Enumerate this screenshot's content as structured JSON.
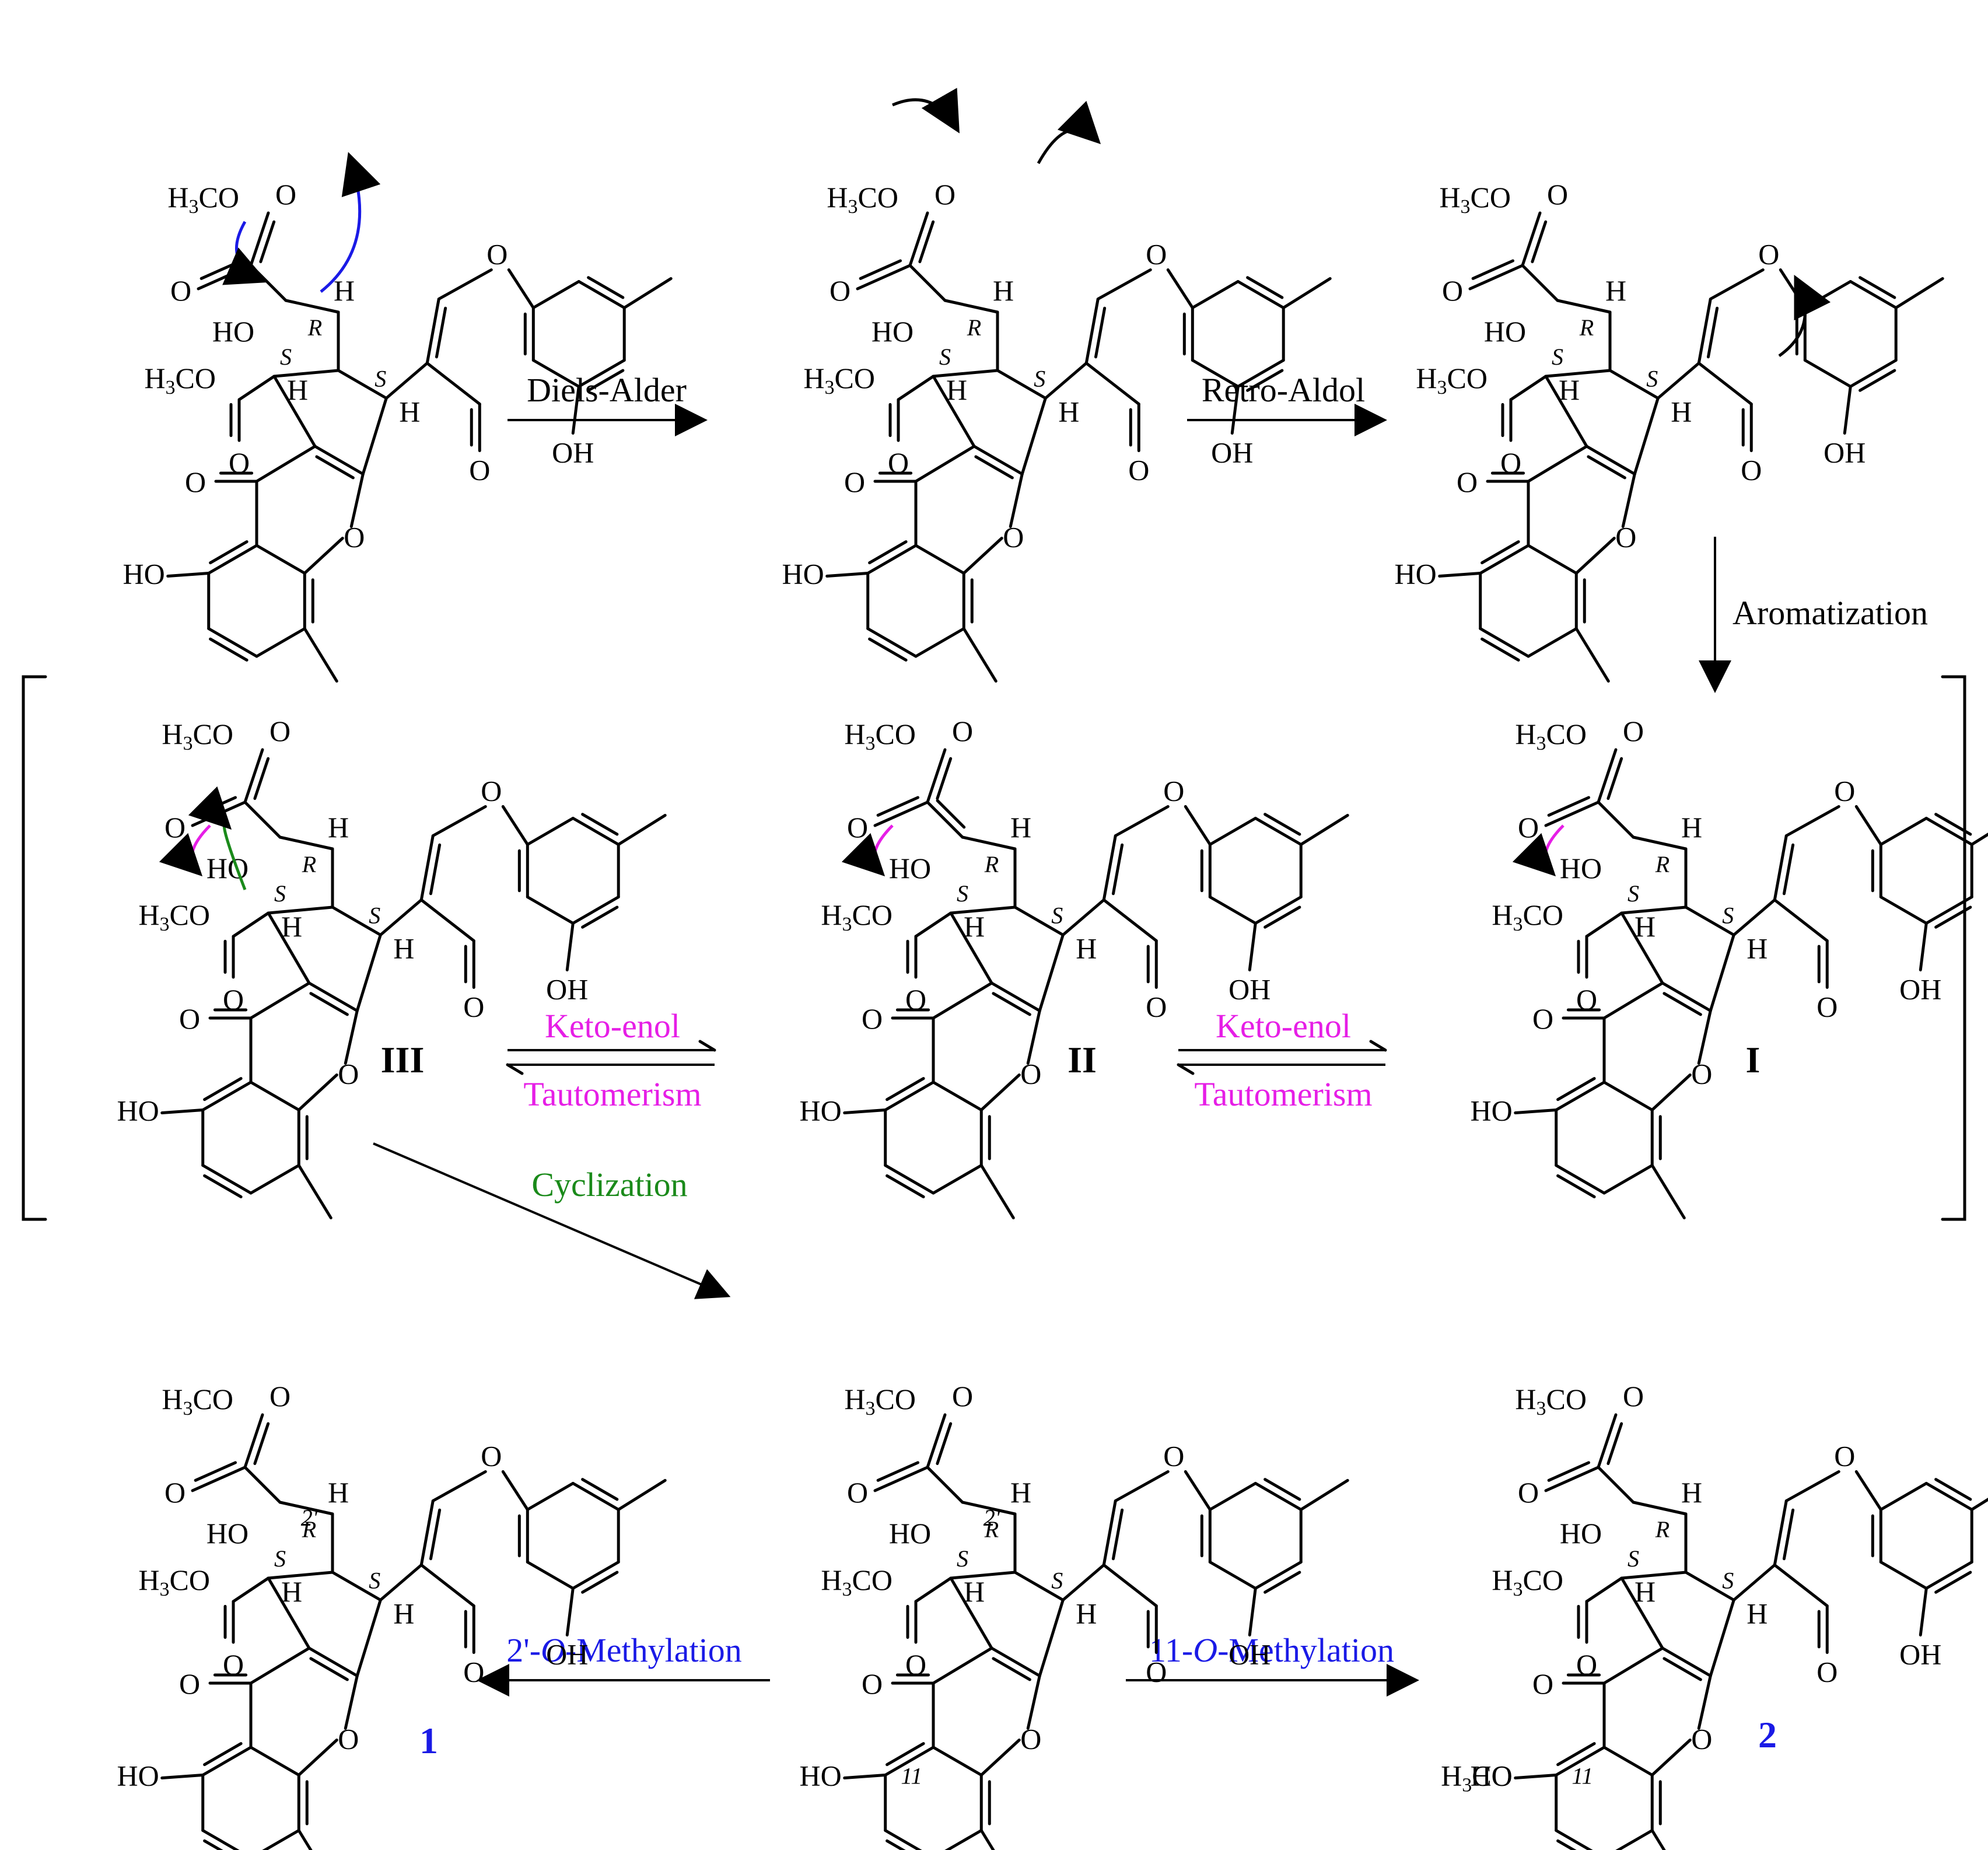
{
  "steps": {
    "diels_alder": "Diels-Alder",
    "retro_aldol": "Retro-Aldol",
    "aromatization": "Aromatization",
    "keto_enol_1": "Keto-enol",
    "tautomerism_1": "Tautomerism",
    "keto_enol_2": "Keto-enol",
    "tautomerism_2": "Tautomerism",
    "cyclization": "Cyclization",
    "methylation_2p_pre": "2'-",
    "methylation_2p_o": "O",
    "methylation_2p_post": "-Methylation",
    "methylation_11_pre": "11-",
    "methylation_11_o": "O",
    "methylation_11_post": "-Methylation"
  },
  "compounds": {
    "III": "III",
    "II": "II",
    "I": "I",
    "c1": "1",
    "c2": "2"
  },
  "atoms": {
    "h3co": "H3CO",
    "ho": "HO",
    "oh": "OH",
    "o": "O",
    "h": "H",
    "s": "S",
    "r": "R",
    "pos2p": "2'",
    "pos11": "11"
  },
  "colors": {
    "black": "#000000",
    "magenta": "#e61ee6",
    "green": "#1a8a1a",
    "blue": "#1a1ae6"
  }
}
